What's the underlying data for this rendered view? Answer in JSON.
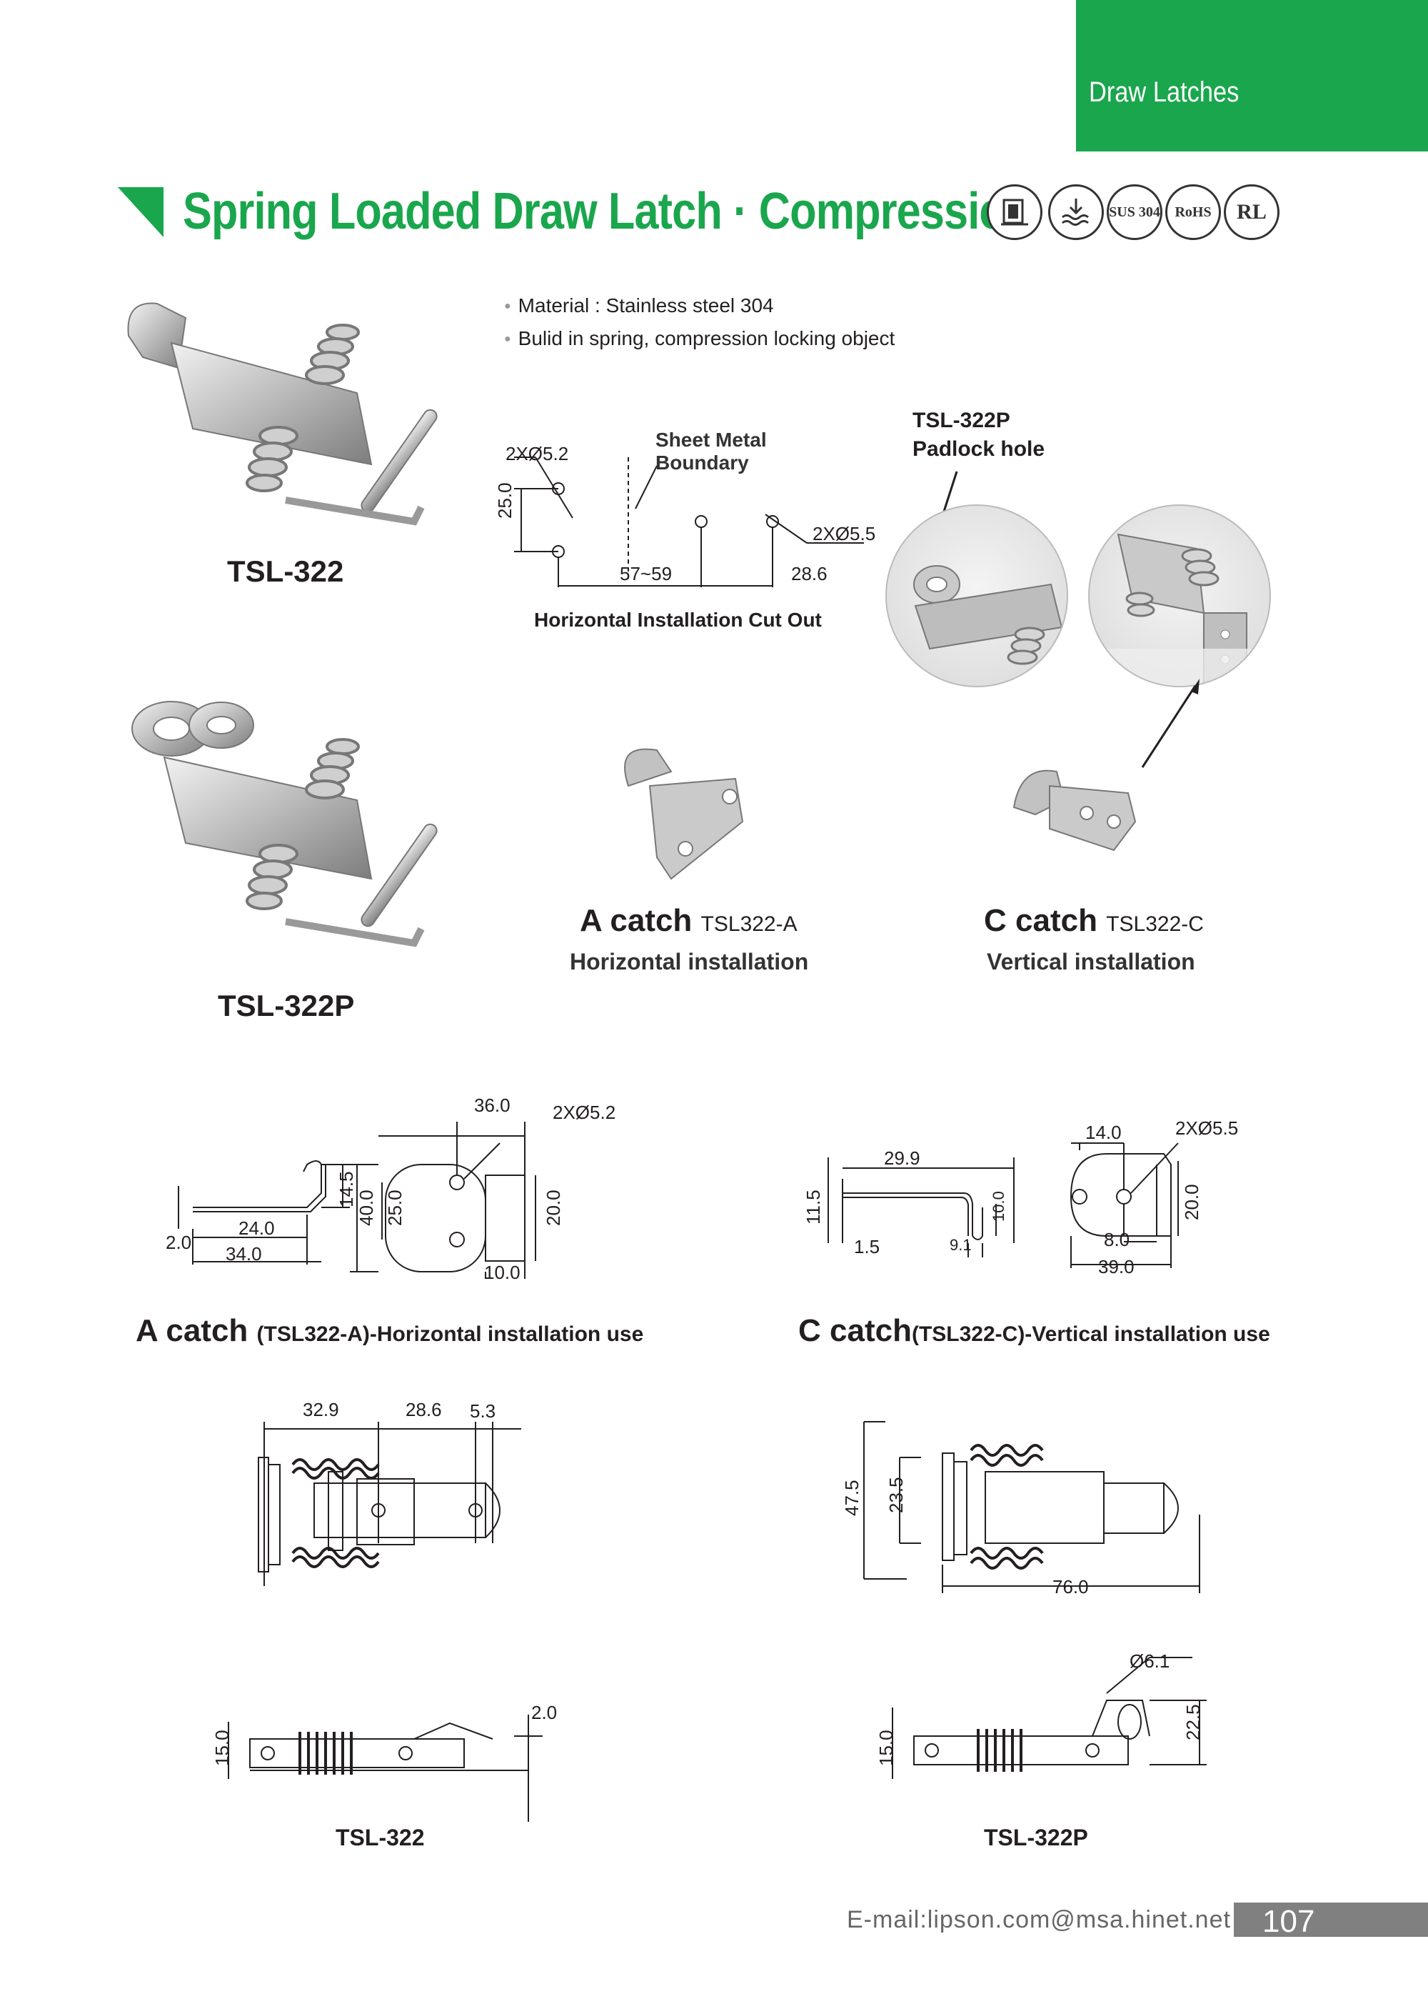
{
  "header": {
    "section": "Draw Latches",
    "title": "Spring Loaded Draw Latch · Compression",
    "certs": [
      "SUS 304",
      "RoHS",
      "RL"
    ],
    "accent": "#1aa64d"
  },
  "features": [
    "Material  :  Stainless steel 304",
    "Bulid in spring, compression locking object"
  ],
  "products": {
    "tsl322": "TSL-322",
    "tsl322p": "TSL-322P"
  },
  "cutout": {
    "title": "Horizontal Installation Cut Out",
    "sheet_metal": [
      "Sheet Metal",
      "Boundary"
    ],
    "hole_left": "2XØ5.2",
    "hole_right": "2XØ5.5",
    "vert": "25.0",
    "span": "57~59",
    "right_dim": "28.6"
  },
  "padlock": [
    "TSL-322P",
    "Padlock hole"
  ],
  "catches": {
    "a_big": "A catch",
    "a_code": "TSL322-A",
    "a_desc": "Horizontal installation",
    "c_big": "C catch",
    "c_code": "TSL322-C",
    "c_desc": "Vertical installation"
  },
  "a_drawing": {
    "caption_big": "A catch",
    "caption_rest": "(TSL322-A)-Horizontal installation use",
    "d1": "14.5",
    "d2": "2.0",
    "d3": "24.0",
    "d4": "34.0",
    "d5": "36.0",
    "d6": "2XØ5.2",
    "d7": "40.0",
    "d8": "25.0",
    "d9": "20.0",
    "d10": "10.0"
  },
  "c_drawing": {
    "caption_big": "C catch",
    "caption_rest": "(TSL322-C)-Vertical installation use",
    "d1": "29.9",
    "d2": "11.5",
    "d3": "1.5",
    "d4": "9.1",
    "d5": "10.0",
    "d6": "14.0",
    "d7": "2XØ5.5",
    "d8": "20.0",
    "d9": "8.0",
    "d10": "39.0"
  },
  "tsl322_drawing": {
    "d1": "32.9",
    "d2": "28.6",
    "d3": "5.3",
    "d4": "15.0",
    "d5": "2.0",
    "label": "TSL-322"
  },
  "tsl322p_drawing": {
    "d1": "47.5",
    "d2": "23.5",
    "d3": "76.0",
    "d4": "Ø6.1",
    "d5": "15.0",
    "d6": "22.5",
    "label": "TSL-322P"
  },
  "footer": {
    "email": "E-mail:lipson.com@msa.hinet.net",
    "page": "107"
  }
}
